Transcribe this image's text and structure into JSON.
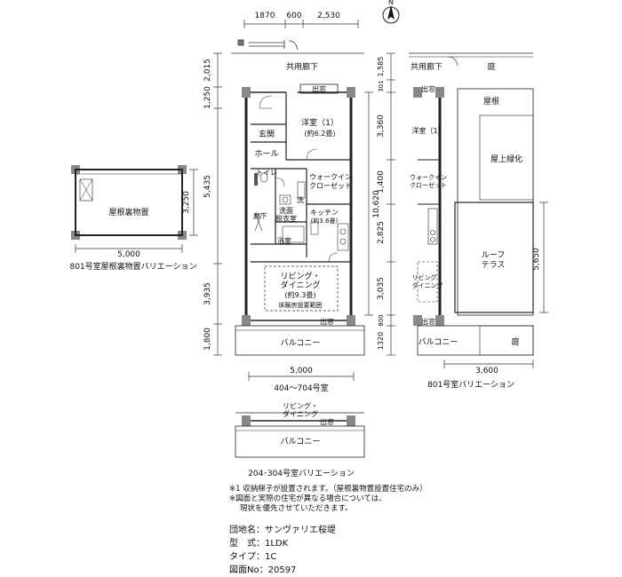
{
  "dims_top": [
    "1870",
    "600",
    "2,530"
  ],
  "dims_left": [
    "2,015",
    "1,250",
    "5,435",
    "3,935",
    "1,800"
  ],
  "dims_right": [
    "1,585",
    "301",
    "3,360",
    "1,400",
    "2,825",
    "3,035",
    "800",
    "1320",
    "10,620"
  ],
  "dim_bottom_main": "5,000",
  "main_unit_caption": "404〜704号室",
  "rooms": {
    "corridor": "共用廊下",
    "storage": "出窓",
    "western": "洋室（1）",
    "western_size": "(約6.2畳)",
    "entrance": "玄関",
    "hall": "ホール",
    "toilet": "トイレ",
    "wic": "ウォークイン",
    "wic2": "クローゼット",
    "wash": "洗",
    "washroom": "洗面",
    "washroom2": "脱衣室",
    "kitchen": "キッチン",
    "kitchen_size": "(約3.6畳)",
    "hallway": "廊下",
    "bath": "浴室",
    "living": "リビング・",
    "living2": "ダイニング",
    "living_size": "(約9.3畳)",
    "floor_heat": "床暖房設置範囲",
    "balcony": "バルコニー",
    "storage2": "出窓"
  },
  "attic": {
    "label": "屋根裏物置",
    "dim_w": "5,000",
    "dim_h": "3,250",
    "caption": "801号室屋根裏物置バリエーション"
  },
  "v801": {
    "corridor": "共用廊下",
    "garden": "庭",
    "roof": "屋根",
    "western": "洋室（1）",
    "rooftop_green": "屋上緑化",
    "wic": "ウォークイン",
    "wic2": "クローゼット",
    "roof_terrace": "ルーフ",
    "roof_terrace2": "テラス",
    "living": "リビング・",
    "living2": "ダイニング",
    "storage": "出窓",
    "balcony": "バルコニー",
    "garden2": "庭",
    "dim_h": "5,650",
    "dim_w": "3,600",
    "caption": "801号室バリエーション"
  },
  "v204": {
    "living": "リビング・",
    "living2": "ダイニング",
    "storage": "出窓",
    "balcony": "バルコニー",
    "caption": "204･304号室バリエーション"
  },
  "compass": "N",
  "notes": [
    "※1 収納梯子が設置されます。（屋根裏物置設置住宅のみ）",
    "※図面と実際の住宅が異なる場合については、",
    "現状を優先させていただきます。"
  ],
  "info": {
    "name_label": "団地名：",
    "name_value": "サンヴァリエ桜堤",
    "type_label": "型　式：",
    "type_value": "1LDK",
    "kind_label": "タイプ：",
    "kind_value": "1C",
    "num_label": "図面No：",
    "num_value": "20597"
  }
}
